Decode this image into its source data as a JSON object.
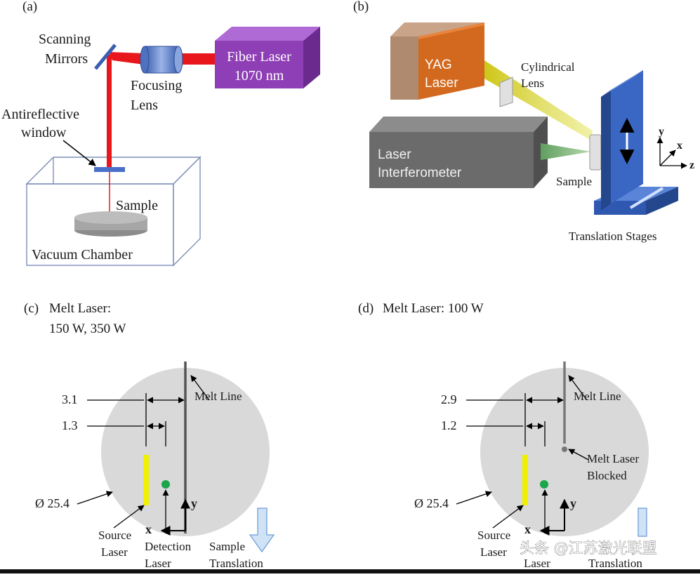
{
  "panel_a": {
    "label": "(a)",
    "scanning_mirrors": [
      "Scanning",
      "Mirrors"
    ],
    "focusing_lens": [
      "Focusing",
      "Lens"
    ],
    "fiber_laser": [
      "Fiber Laser",
      "1070 nm"
    ],
    "antireflective_window": [
      "Antireflective",
      "window"
    ],
    "sample": "Sample",
    "vacuum_chamber": "Vacuum Chamber"
  },
  "panel_b": {
    "label": "(b)",
    "yag_laser": [
      "YAG",
      "Laser"
    ],
    "cylindrical_lens": [
      "Cylindrical",
      "Lens"
    ],
    "laser_interferometer": [
      "Laser",
      "Interferometer"
    ],
    "sample": "Sample",
    "translation_stages": "Translation  Stages",
    "axes": {
      "y": "y",
      "x": "x",
      "z": "z"
    }
  },
  "panel_c": {
    "label": "(c)",
    "title_line1": "Melt Laser:",
    "title_line2": "150 W, 350 W",
    "dim_outer": "3.1",
    "dim_inner": "1.3",
    "melt_line": "Melt Line",
    "diameter": "Ø 25.4",
    "source_laser": [
      "Source",
      "Laser"
    ],
    "detection_laser": [
      "Detection",
      "Laser"
    ],
    "sample_translation": [
      "Sample",
      "Translation"
    ],
    "axis_x": "x",
    "axis_y": "y"
  },
  "panel_d": {
    "label": "(d)",
    "title": "Melt Laser:  100 W",
    "dim_outer": "2.9",
    "dim_inner": "1.2",
    "melt_line": "Melt Line",
    "melt_laser_blocked": [
      "Melt Laser",
      "Blocked"
    ],
    "diameter": "Ø 25.4",
    "source_laser": [
      "Source",
      "Laser"
    ],
    "detection_laser": [
      "",
      "Laser"
    ],
    "translation": "Translation",
    "axis_x": "x",
    "axis_y": "y"
  },
  "watermark": "头条 @江苏激光联盟",
  "colors": {
    "fiber_laser_box": "#8e3fb5",
    "yag_box_front": "#d2691e",
    "interferometer": "#6b6b6b",
    "stage_blue": "#3b67c4",
    "beam_red": "#e8171c",
    "source_laser_yellow": "#f0f000",
    "detection_green": "#1aa64a",
    "sample_disk": "#d9d9d9"
  }
}
